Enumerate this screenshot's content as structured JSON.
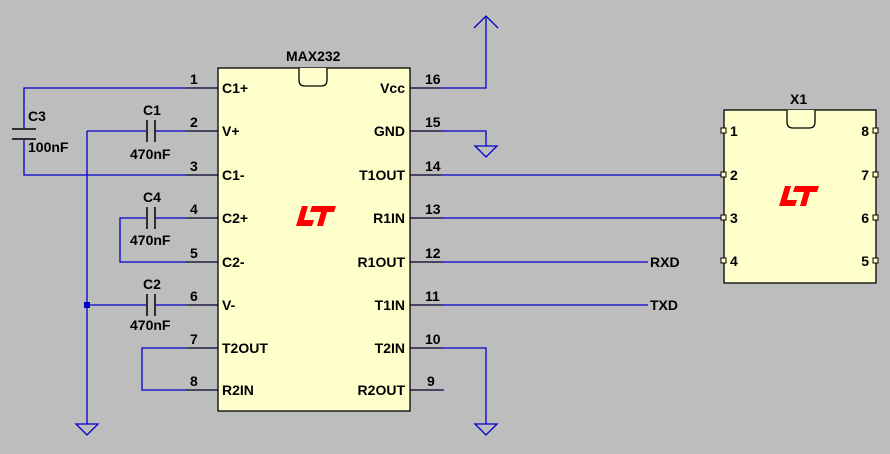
{
  "ic": {
    "name": "MAX232",
    "left_pins": [
      {
        "num": "1",
        "label": "C1+"
      },
      {
        "num": "2",
        "label": "V+"
      },
      {
        "num": "3",
        "label": "C1-"
      },
      {
        "num": "4",
        "label": "C2+"
      },
      {
        "num": "5",
        "label": "C2-"
      },
      {
        "num": "6",
        "label": "V-"
      },
      {
        "num": "7",
        "label": "T2OUT"
      },
      {
        "num": "8",
        "label": "R2IN"
      }
    ],
    "right_pins": [
      {
        "num": "16",
        "label": "Vcc"
      },
      {
        "num": "15",
        "label": "GND"
      },
      {
        "num": "14",
        "label": "T1OUT"
      },
      {
        "num": "13",
        "label": "R1IN"
      },
      {
        "num": "12",
        "label": "R1OUT"
      },
      {
        "num": "11",
        "label": "T1IN"
      },
      {
        "num": "10",
        "label": "T2IN"
      },
      {
        "num": "9",
        "label": "R2OUT"
      }
    ]
  },
  "capacitors": [
    {
      "name": "C3",
      "value": "100nF"
    },
    {
      "name": "C1",
      "value": "470nF"
    },
    {
      "name": "C4",
      "value": "470nF"
    },
    {
      "name": "C2",
      "value": "470nF"
    }
  ],
  "net_labels": {
    "rxd": "RXD",
    "txd": "TXD"
  },
  "connector": {
    "name": "X1",
    "left_pins": [
      "1",
      "2",
      "3",
      "4"
    ],
    "right_pins": [
      "8",
      "7",
      "6",
      "5"
    ]
  },
  "colors": {
    "background": "#bdbdbd",
    "wire": "#0000cc",
    "body": "#ffffcc",
    "logo": "#ff0000"
  },
  "icons": {
    "logo": "lt-logo-icon",
    "ground": "ground-icon",
    "supply": "supply-arrow-icon"
  }
}
